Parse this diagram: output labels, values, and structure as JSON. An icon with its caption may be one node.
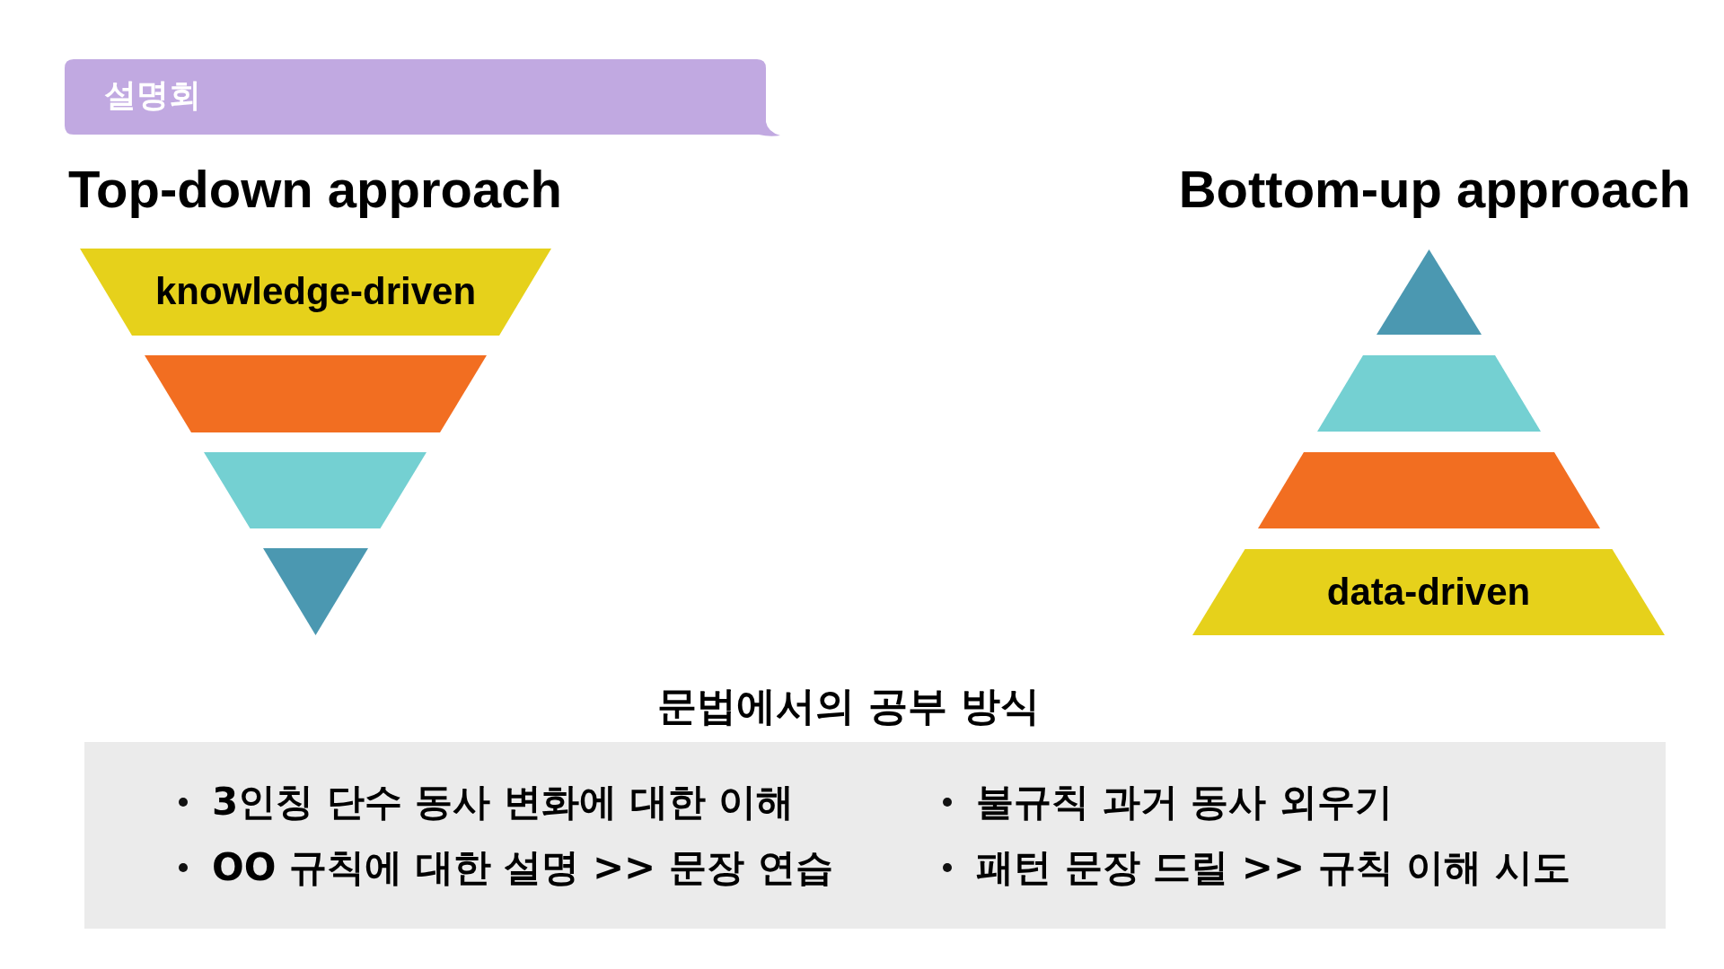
{
  "diagram": {
    "nodes": [
      {
        "text": [
          "설명회"
        ]
      },
      {
        "text": [
          "knowledge-driven"
        ]
      },
      {
        "text": [],
        "shape": "trapezoid"
      },
      {
        "text": [],
        "shape": "trapezoid"
      },
      {
        "text": [],
        "shape": "triangle"
      },
      {
        "text": [],
        "shape": "triangle"
      },
      {
        "text": [],
        "shape": "trapezoid"
      },
      {
        "text": [],
        "shape": "trapezoid"
      },
      {
        "text": [
          "data-driven"
        ]
      },
      {
        "text": [
          "문법에서의 공부 방식",
          "3인칭 단수 동사 변화에 대한 이해",
          "불규칙 과거 동사 외우기",
          "OO 규칙에 대한 설명 >> 문장 연습",
          "패턴 문장 드릴 >> 규칙 이해 시도"
        ]
      }
    ],
    "labels": [
      "Top-down approach",
      "Bottom-up approach"
    ]
  }
}
